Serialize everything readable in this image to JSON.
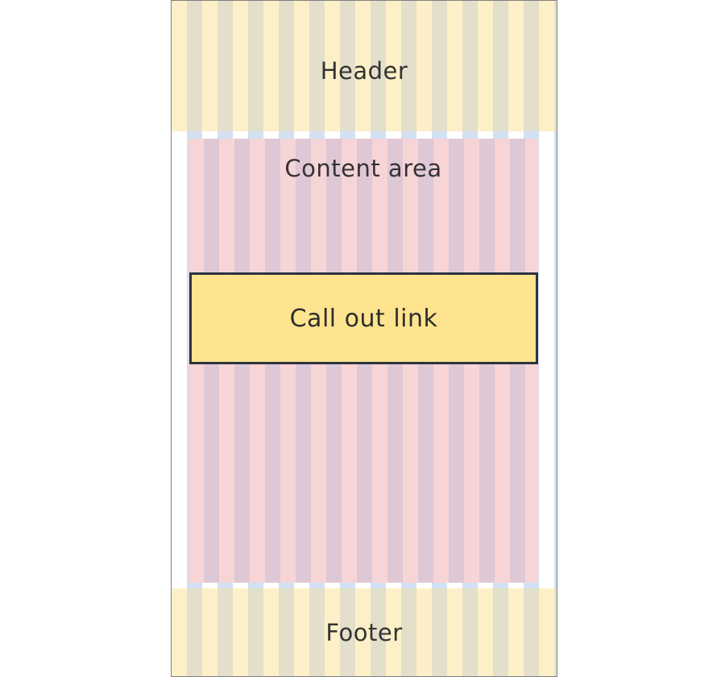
{
  "diagram": {
    "header": {
      "label": "Header"
    },
    "content": {
      "label": "Content area"
    },
    "callout": {
      "label": "Call out link"
    },
    "footer": {
      "label": "Footer"
    }
  },
  "colors": {
    "frame_border": "#808080",
    "band_light": "#fdf0c8",
    "band_dark": "#e3dfca",
    "content_light": "#f7d4d6",
    "content_dark": "#dfc8d5",
    "callout_fill": "#fee48f",
    "callout_border": "#2d3340",
    "text": "#333333"
  }
}
